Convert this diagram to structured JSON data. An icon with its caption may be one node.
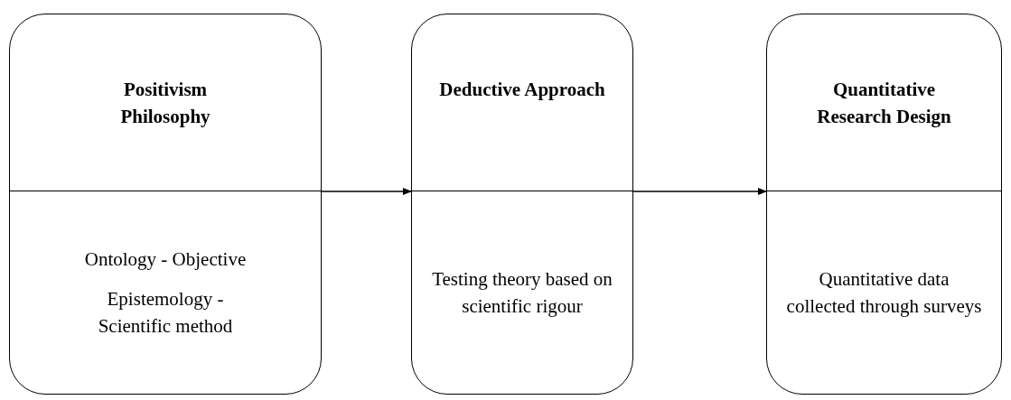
{
  "diagram": {
    "nodes": [
      {
        "text": [
          "Positivism Philosophy",
          "Ontology - Objective",
          "Epistemology - Scientific method"
        ]
      },
      {
        "text": [
          "Deductive Approach",
          "Testing theory based on scientific rigour"
        ]
      },
      {
        "text": [
          "Quantitative Research Design",
          "Quantitative data collected through surveys"
        ]
      }
    ],
    "edges": [
      {
        "from": 0,
        "to": 1,
        "arrow": "to"
      },
      {
        "from": 1,
        "to": 2,
        "arrow": "to"
      }
    ]
  }
}
